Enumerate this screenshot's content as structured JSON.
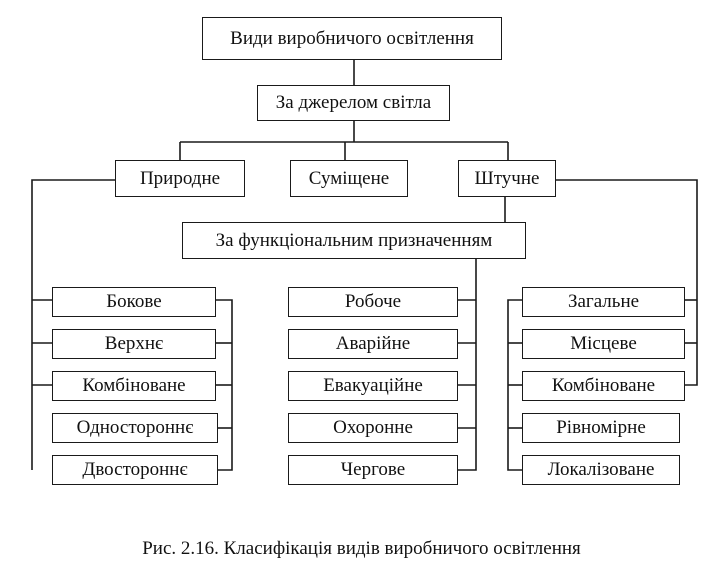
{
  "diagram": {
    "root": "Види виробничого освітлення",
    "by_source": "За джерелом світла",
    "source_types": {
      "natural": "Природне",
      "combined": "Суміщене",
      "artificial": "Штучне"
    },
    "by_function": "За функціональним призначенням",
    "natural_types": [
      "Бокове",
      "Верхнє",
      "Комбіноване",
      "Одностороннє",
      "Двостороннє"
    ],
    "function_types": [
      "Робоче",
      "Аварійне",
      "Евакуаційне",
      "Охоронне",
      "Чергове"
    ],
    "artificial_types": [
      "Загальне",
      "Місцеве",
      "Комбіноване",
      "Рівномірне",
      "Локалізоване"
    ]
  },
  "caption": "Рис. 2.16. Класифікація видів виробничого освітлення"
}
